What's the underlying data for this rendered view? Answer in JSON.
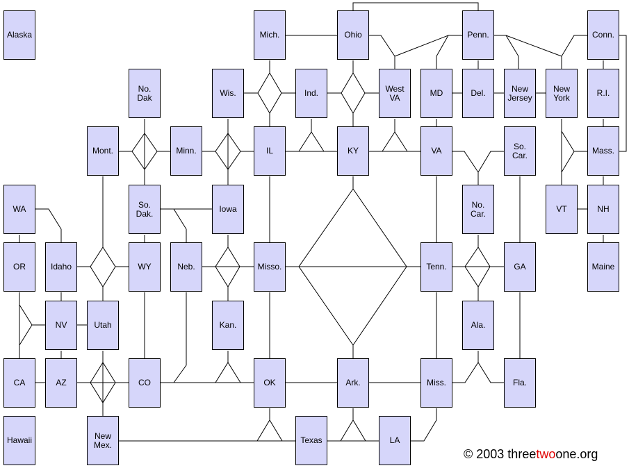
{
  "title": "US States Adjacency Diagram",
  "states": [
    "Alaska",
    "Mich.",
    "Ohio",
    "Penn.",
    "Conn.",
    "No.\nDak",
    "Wis.",
    "Ind.",
    "West\nVA",
    "MD",
    "Del.",
    "New\nJersey",
    "New\nYork",
    "R.I.",
    "Mont.",
    "Minn.",
    "IL",
    "KY",
    "VA",
    "So.\nCar.",
    "Mass.",
    "WA",
    "So.\nDak.",
    "Iowa",
    "No.\nCar.",
    "VT",
    "NH",
    "OR",
    "Idaho",
    "WY",
    "Neb.",
    "Misso.",
    "Tenn.",
    "GA",
    "Maine",
    "NV",
    "Utah",
    "Kan.",
    "Ala.",
    "CA",
    "AZ",
    "CO",
    "OK",
    "Ark.",
    "Miss.",
    "Fla.",
    "Hawaii",
    "New\nMex.",
    "Texas",
    "LA"
  ],
  "copyright": {
    "prefix": "© 2003 three",
    "highlight": "two",
    "suffix": "one.org",
    "highlight_color": "#e00000"
  },
  "colors": {
    "box_fill": "#d6d6fa",
    "line": "#000000"
  }
}
